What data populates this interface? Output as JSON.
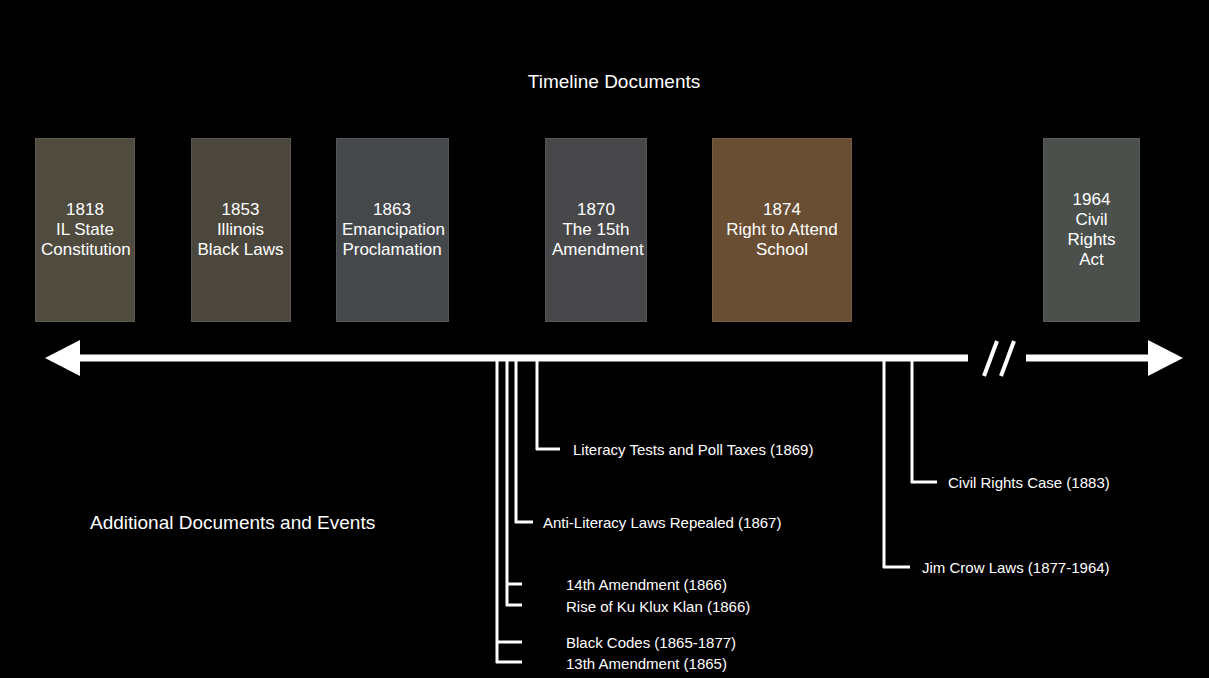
{
  "diagram": {
    "title": "Timeline Documents",
    "nodes": [
      {
        "text": [
          "1818",
          "IL State Constitution"
        ]
      },
      {
        "text": [
          "1853",
          "Illinois Black Laws"
        ]
      },
      {
        "text": [
          "1863",
          "Emancipation Proclamation"
        ]
      },
      {
        "text": [
          "1870",
          "The 15th Amendment"
        ]
      },
      {
        "text": [
          "1874",
          "Right to Attend School"
        ]
      },
      {
        "text": [
          "1964",
          "Civil Rights Act"
        ]
      }
    ],
    "labels": [
      "Additional Documents and Events",
      "Literacy Tests and Poll Taxes (1869)",
      "Anti-Literacy Laws Repealed (1867)",
      "14th Amendment (1866)",
      "Rise of Ku Klux Klan (1866)",
      "Black Codes (1865-1877)",
      "13th Amendment (1865)",
      "Civil Rights Case (1883)",
      "Jim Crow Laws (1877-1964)"
    ]
  }
}
